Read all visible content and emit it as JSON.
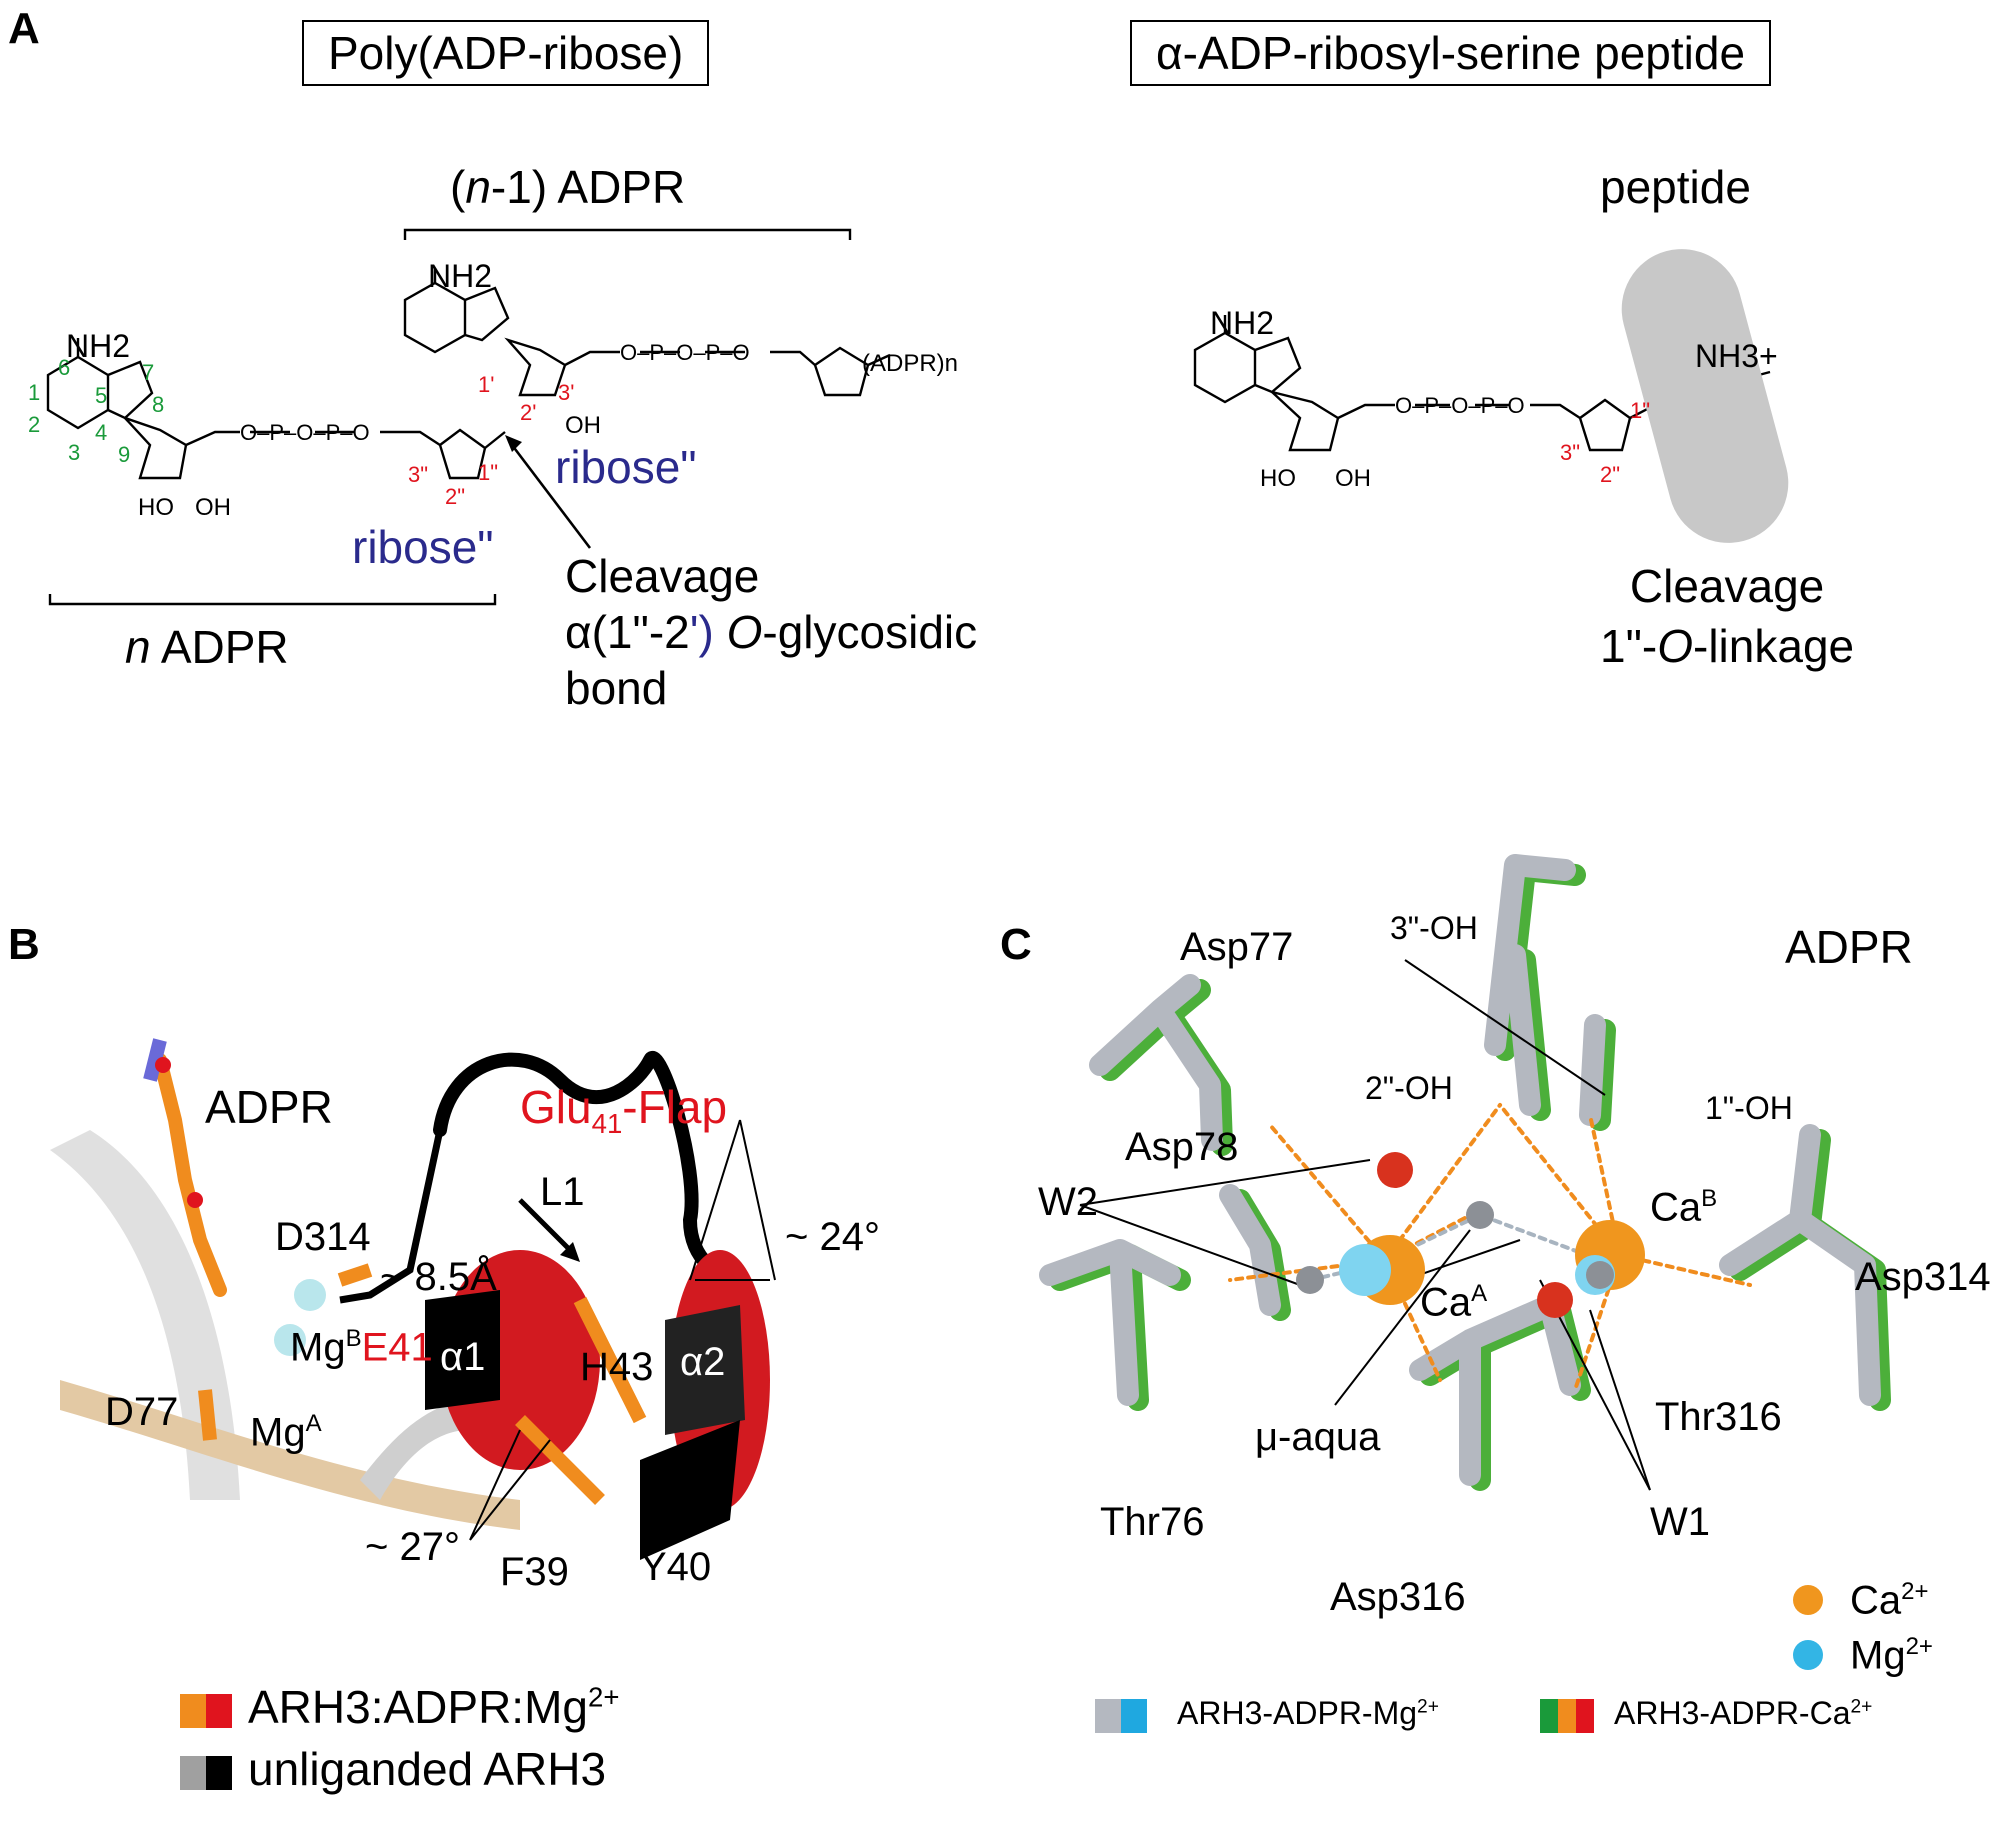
{
  "panels": {
    "a": "A",
    "b": "B",
    "c": "C"
  },
  "panel_a": {
    "left_title": "Poly(ADP-ribose)",
    "right_title": "α-ADP-ribosyl-serine peptide",
    "n_minus_1_adpr": "(n-1) ADPR",
    "n_adpr": "n ADPR",
    "ribose_label": "ribose\"",
    "ribose_label_2": "ribose\"",
    "nh2": "NH2",
    "nh2_b": "NH2",
    "nh2_c": "NH2",
    "nh3": "NH3+",
    "oh": "OH",
    "ho": "HO",
    "adpr_n": "(ADPR)n",
    "peptide": "peptide",
    "cleavage_left": [
      "Cleavage",
      "α(1\"-2') O-glycosidic",
      "bond"
    ],
    "cleavage_right": [
      "Cleavage",
      "1\"-O-linkage"
    ],
    "adenine_numbers": [
      "1",
      "2",
      "3",
      "4",
      "5",
      "6",
      "7",
      "8",
      "9"
    ],
    "ribose_numbers_left": [
      "1'",
      "2'",
      "3'",
      "1\"",
      "2\"",
      "3\""
    ],
    "ribose_numbers_right": [
      "1\"",
      "2\"",
      "3\""
    ]
  },
  "panel_b": {
    "adpr": "ADPR",
    "glu_flap": "Glu41-Flap",
    "d314": "D314",
    "l1": "L1",
    "dist": "~ 8.5Å",
    "angle_24": "~ 24°",
    "mg_b": "MgB",
    "e41": "E41",
    "h43": "H43",
    "alpha2": "α2",
    "d77": "D77",
    "mg_a": "MgA",
    "alpha1": "α1",
    "angle_27": "~ 27°",
    "f39": "F39",
    "y40": "Y40",
    "legend": [
      "ARH3:ADPR:Mg2+",
      "unliganded ARH3"
    ]
  },
  "panel_c": {
    "asp77": "Asp77",
    "oh3": "3\"-OH",
    "adpr": "ADPR",
    "oh2": "2\"-OH",
    "oh1": "1\"-OH",
    "asp78": "Asp78",
    "w2": "W2",
    "ca_b": "CaB",
    "asp314": "Asp314",
    "ca_a": "CaA",
    "thr316": "Thr316",
    "mu_aqua": "μ-aqua",
    "thr76": "Thr76",
    "w1": "W1",
    "asp316": "Asp316",
    "ion_legend": [
      "Ca2+",
      "Mg2+"
    ],
    "bottom_legend": [
      "ARH3-ADPR-Mg2+",
      "ARH3-ADPR-Ca2+"
    ]
  },
  "colors": {
    "orange": "#f08c1e",
    "red": "#e0141e",
    "green": "#1a9a3a",
    "blue_label": "#2a2a8c",
    "gray": "#b4b8c0",
    "cyan": "#33b5e5"
  }
}
